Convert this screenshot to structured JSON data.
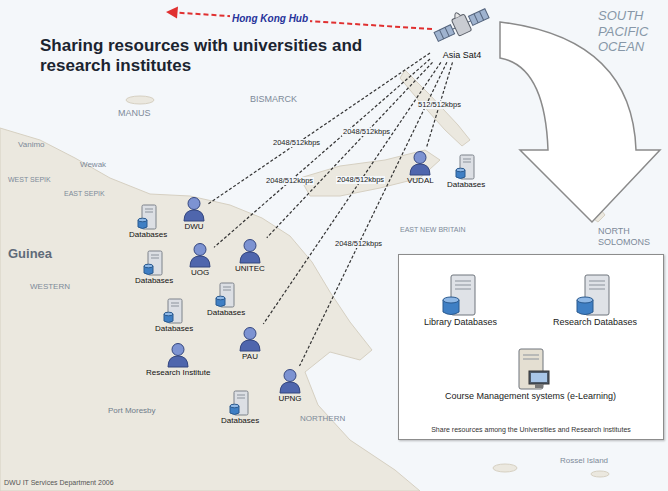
{
  "diagram": {
    "title": "Sharing resources with universities and research institutes",
    "nodes": [
      {
        "text": [
          "Asia Sat4"
        ]
      },
      {
        "text": [
          "Databases"
        ]
      },
      {
        "text": [
          "DWU"
        ]
      },
      {
        "text": [
          "Databases"
        ]
      },
      {
        "text": [
          "UOG"
        ]
      },
      {
        "text": [
          "Databases"
        ]
      },
      {
        "text": [
          "UNITEC"
        ]
      },
      {
        "text": [
          "Databases"
        ]
      },
      {
        "text": [
          "PAU"
        ]
      },
      {
        "text": [
          "Research Institute"
        ]
      },
      {
        "text": [
          "UPNG"
        ]
      },
      {
        "text": [
          "Databases"
        ]
      },
      {
        "text": [
          "VUDAL"
        ]
      },
      {
        "text": [
          "Databases"
        ]
      },
      {
        "text": [
          "Share resources among the Universities and Research institutes"
        ]
      },
      {
        "text": [
          "Library Databases"
        ],
        "in": 14
      },
      {
        "text": [
          "Research Databases"
        ],
        "in": 14
      },
      {
        "text": [
          "Course Management systems (e-Learning)"
        ],
        "in": 14
      }
    ],
    "edges": [
      {
        "from": 0,
        "to": 2,
        "arrow": "none",
        "label": "2048/512kbps"
      },
      {
        "from": 0,
        "to": 4,
        "arrow": "none",
        "label": "2048/512kbps"
      },
      {
        "from": 0,
        "to": 6,
        "arrow": "none",
        "label": "2048/512kbps"
      },
      {
        "from": 0,
        "to": 8,
        "arrow": "none",
        "label": "2048/512kbps"
      },
      {
        "from": 0,
        "to": 10,
        "arrow": "none",
        "label": "2048/512kbps"
      },
      {
        "from": 0,
        "to": 12,
        "arrow": "none",
        "label": "512/512kbps"
      }
    ],
    "labels": [
      "Hong Kong Hub",
      "SOUTH PACIFIC OCEAN",
      "MANUS",
      "BISMARCK",
      "Vanimo",
      "WEST SEPIK",
      "EAST SEPIK",
      "Wewak",
      "Guinea",
      "WESTERN",
      "EAST NEW BRITAIN",
      "NORTH SOLOMONS",
      "Port Moresby",
      "NORTHERN",
      "Rossel Island",
      "DWU IT Services Department 2006"
    ]
  }
}
